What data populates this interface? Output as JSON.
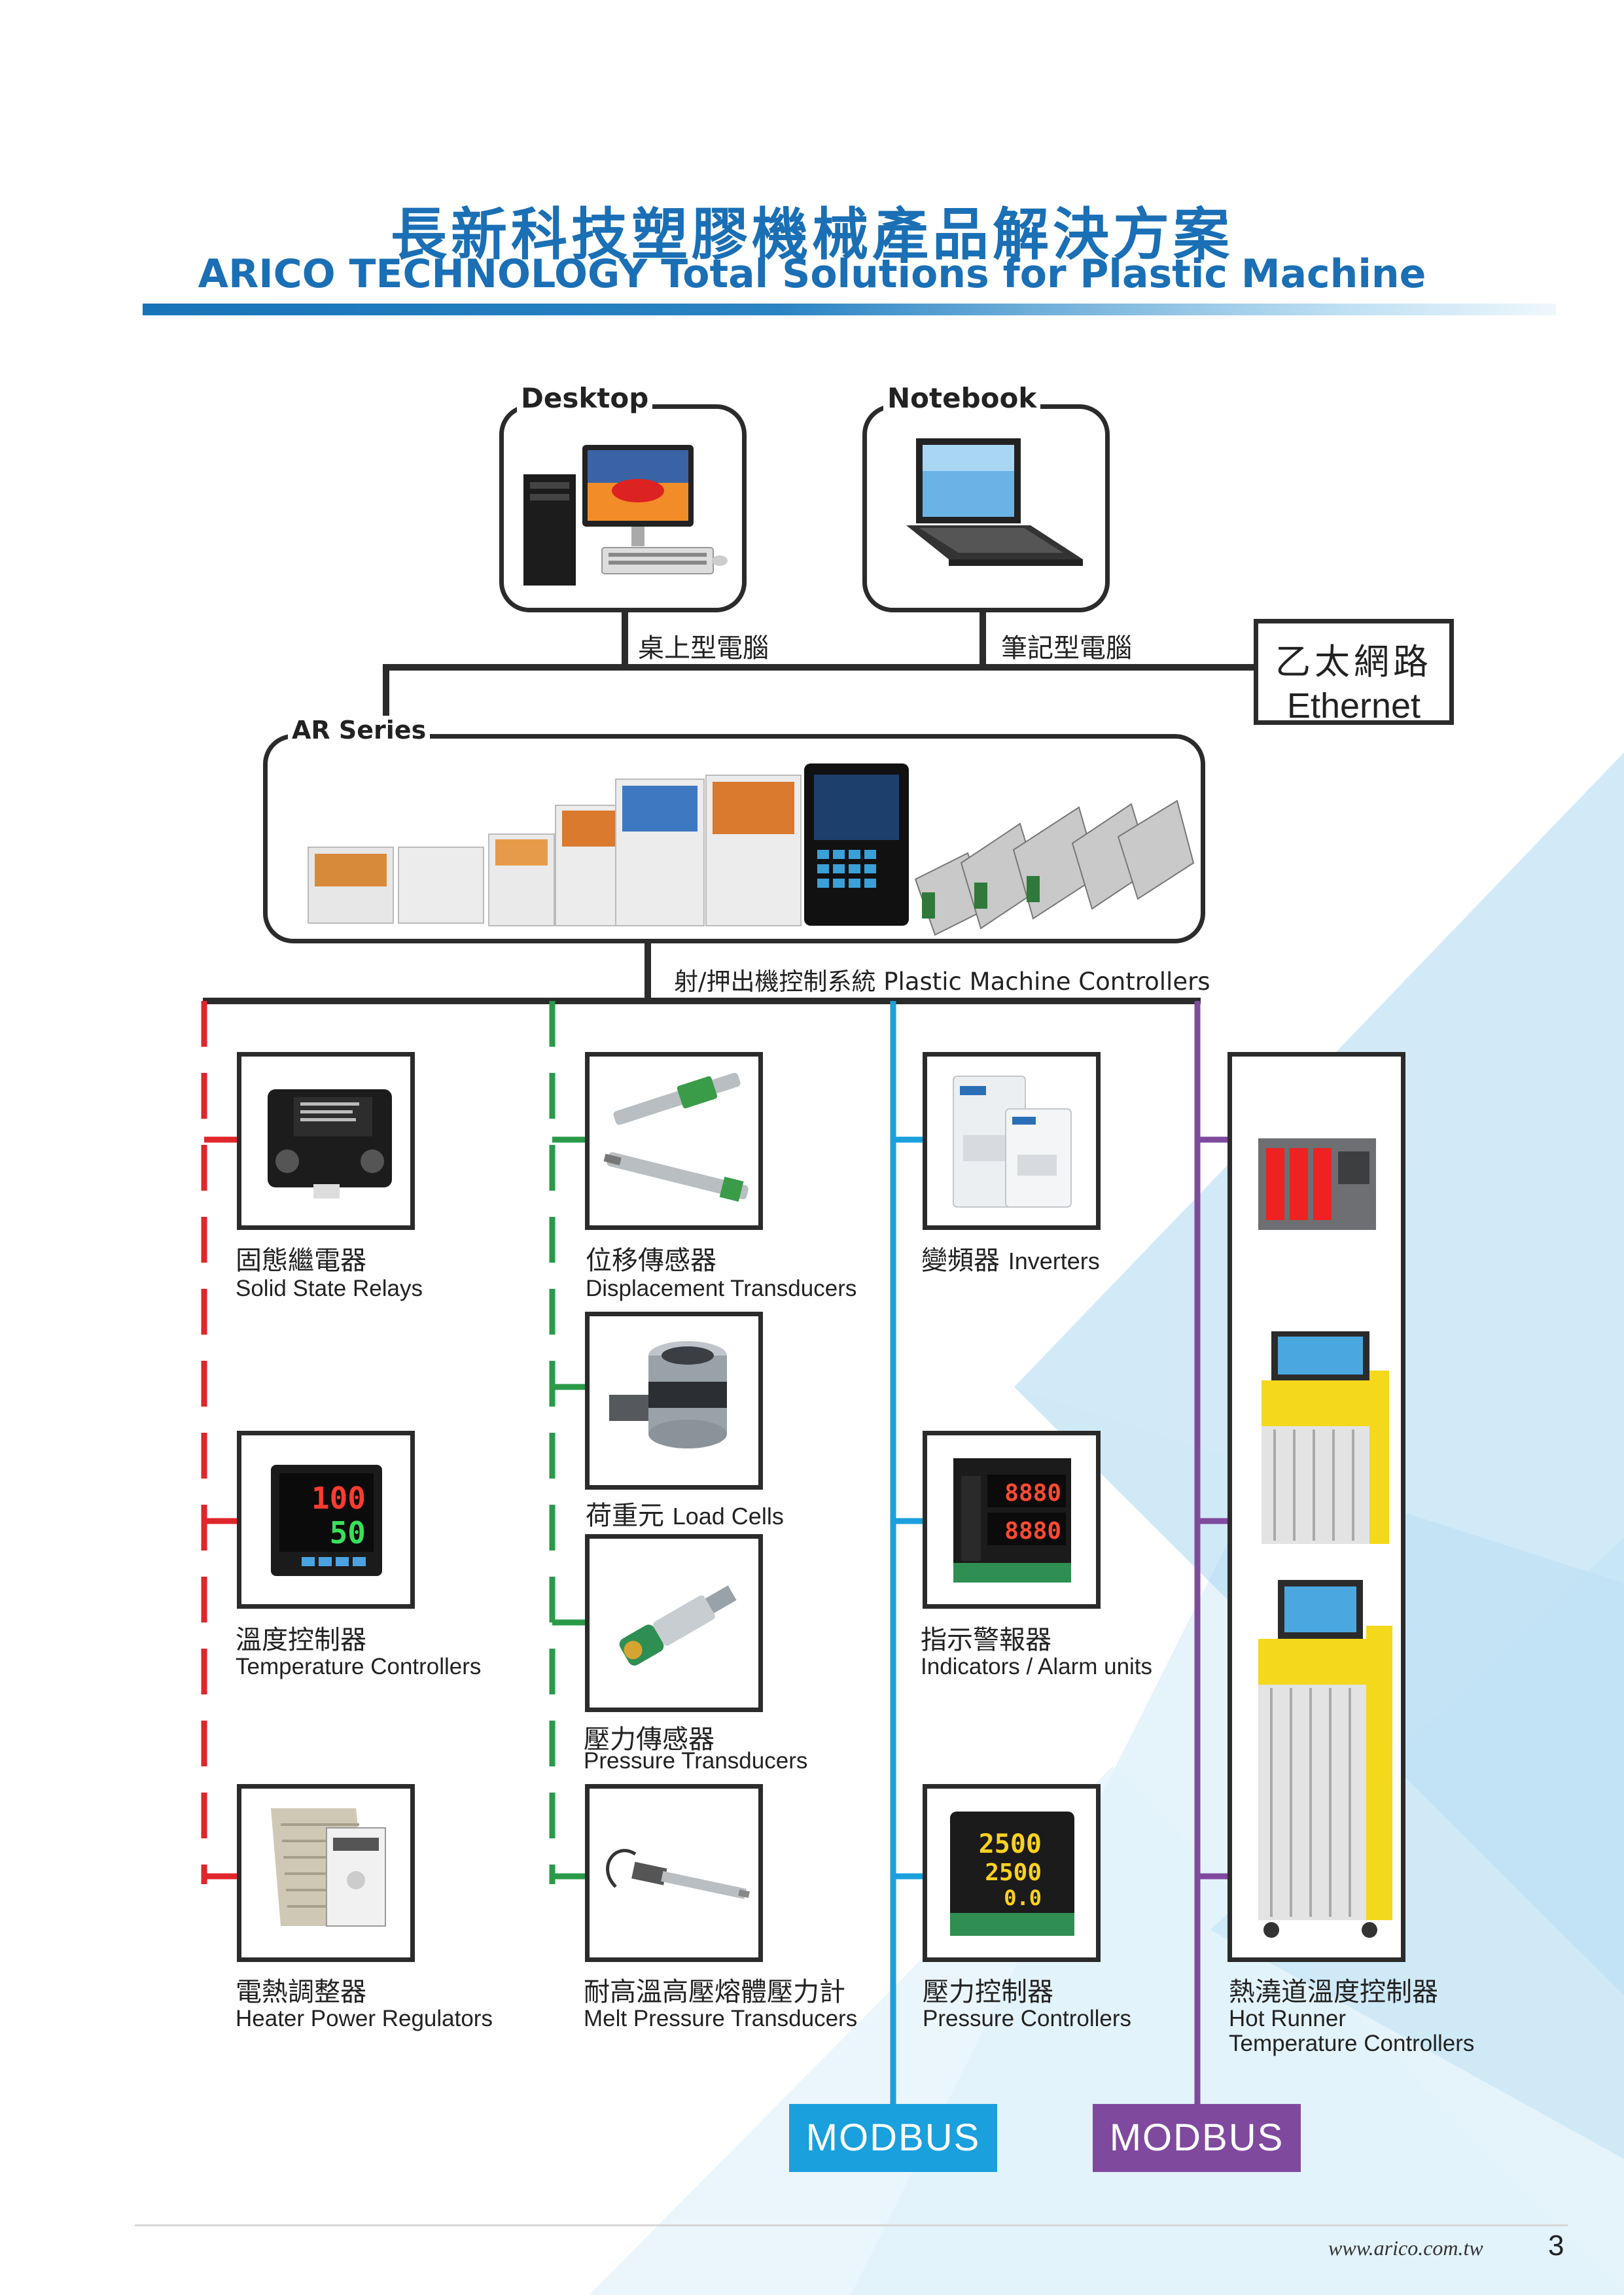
{
  "header": {
    "title_cn": "長新科技塑膠機械產品解決方案",
    "title_en": "ARICO TECHNOLOGY Total Solutions for Plastic Machine"
  },
  "top": {
    "desktop_label": "Desktop",
    "desktop_caption": "桌上型電腦",
    "notebook_label": "Notebook",
    "notebook_caption": "筆記型電腦",
    "ethernet_cn": "乙太網路",
    "ethernet_en": "Ethernet"
  },
  "ar_series": {
    "label": "AR Series",
    "caption": "射/押出機控制系統 Plastic Machine Controllers"
  },
  "columns": {
    "relays": {
      "cn": "固態繼電器",
      "en": "Solid State Relays",
      "icon": "solid-state-relay-icon"
    },
    "temp": {
      "cn": "溫度控制器",
      "en": "Temperature Controllers",
      "icon": "temperature-controller-icon",
      "display_top": "100",
      "display_bottom": "50"
    },
    "heater": {
      "cn": "電熱調整器",
      "en": "Heater Power Regulators",
      "icon": "heater-regulator-icon"
    },
    "displacement": {
      "cn": "位移傳感器",
      "en": "Displacement Transducers",
      "icon": "displacement-transducer-icon"
    },
    "loadcell": {
      "cn": "荷重元",
      "en": "Load Cells",
      "icon": "load-cell-icon"
    },
    "pressure_t": {
      "cn": "壓力傳感器",
      "en": "Pressure Transducers",
      "icon": "pressure-transducer-icon"
    },
    "melt": {
      "cn": "耐高溫高壓熔體壓力計",
      "en": "Melt Pressure Transducers",
      "icon": "melt-pressure-transducer-icon"
    },
    "inverters": {
      "cn": "變頻器",
      "en": "Inverters",
      "icon": "inverter-icon"
    },
    "indicators": {
      "cn": "指示警報器",
      "en": "Indicators / Alarm units",
      "icon": "indicator-icon",
      "display_top": "8880",
      "display_bottom": "8880"
    },
    "pressure_c": {
      "cn": "壓力控制器",
      "en": "Pressure Controllers",
      "icon": "pressure-controller-icon",
      "display_1": "2500",
      "display_2": "2500",
      "display_3": "0.0"
    },
    "hotrunner": {
      "cn": "熱澆道溫度控制器",
      "en_1": "Hot Runner",
      "en_2": "Temperature Controllers",
      "icon": "hot-runner-icon"
    }
  },
  "modbus": [
    "MODBUS",
    "MODBUS"
  ],
  "footer": {
    "url": "www.arico.com.tw",
    "page": "3"
  },
  "colors": {
    "title": "#1a6fb5",
    "red": "#e0252b",
    "green": "#2a9a49",
    "blue": "#1aa0dc",
    "purple": "#7f4a9e",
    "line": "#2b2b2b",
    "modbus_blue": "#1aa0dc",
    "modbus_purple": "#7f4a9e"
  }
}
